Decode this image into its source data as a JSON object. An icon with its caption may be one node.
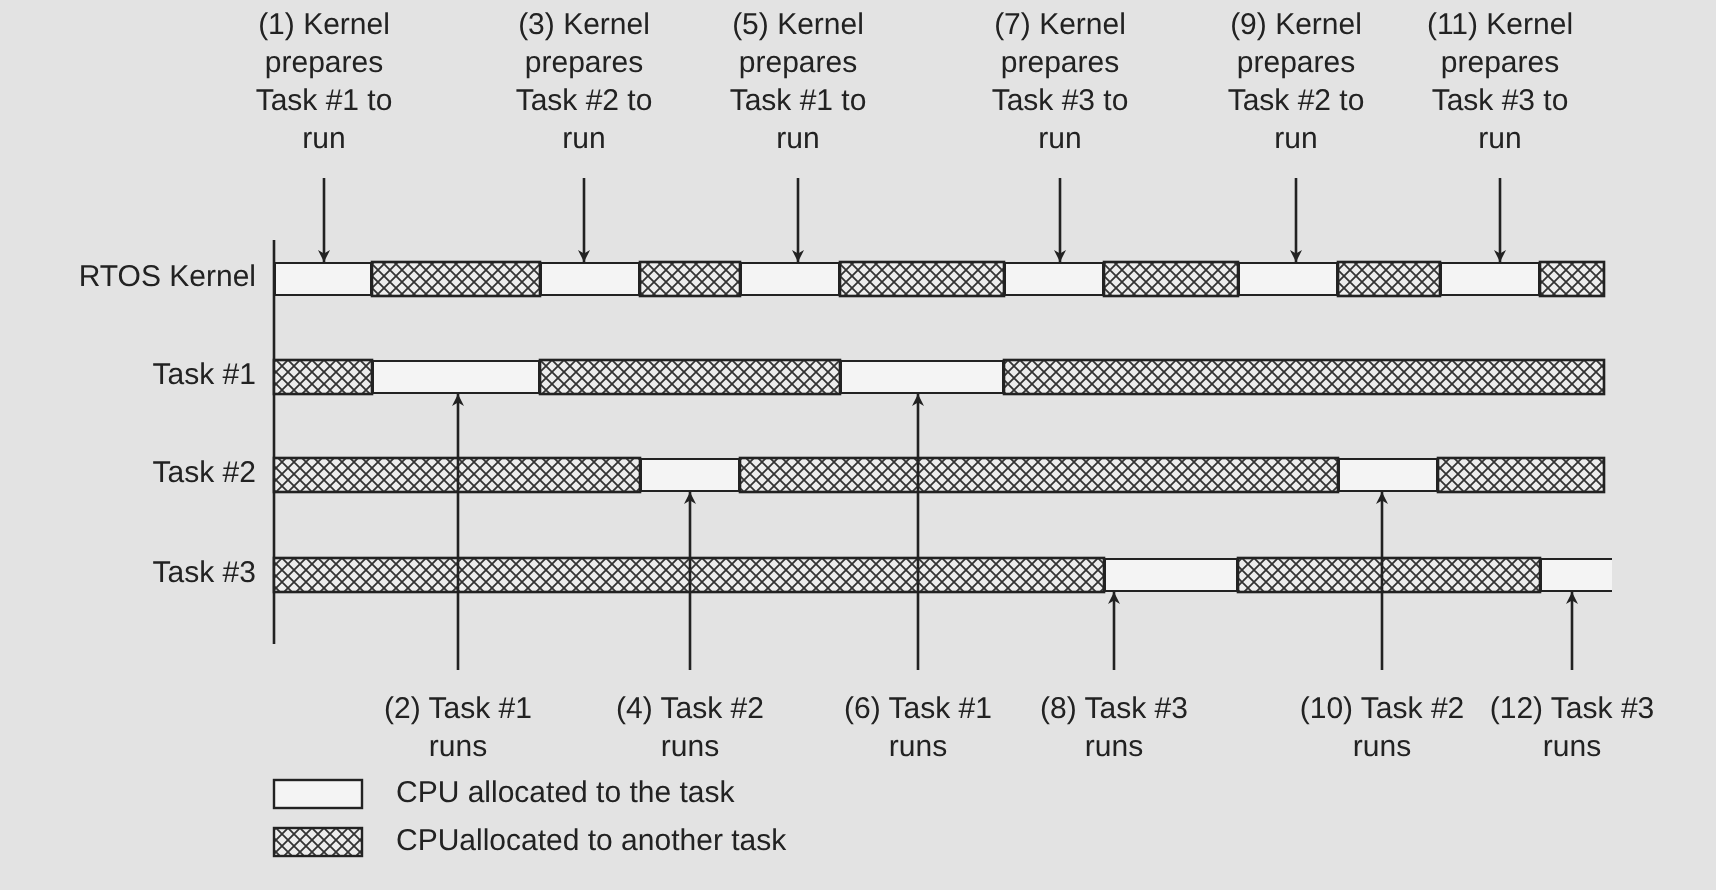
{
  "diagram": {
    "nodes": [
      {
        "text": [
          "(1) Kernel prepares Task #1 to run"
        ]
      },
      {
        "text": [
          "(3) Kernel prepares Task #2 to run"
        ]
      },
      {
        "text": [
          "(5) Kernel prepares Task #1 to run"
        ]
      },
      {
        "text": [
          "(7) Kernel prepares Task #3 to run"
        ]
      },
      {
        "text": [
          "(9) Kernel prepares Task #2 to run"
        ]
      },
      {
        "text": [
          "(11) Kernel prepares Task #3 to run"
        ]
      },
      {
        "text": [],
        "shape": "bar"
      },
      {
        "text": [],
        "shape": "bar"
      },
      {
        "text": [],
        "shape": "bar"
      },
      {
        "text": [],
        "shape": "bar"
      },
      {
        "text": [],
        "shape": "bar"
      },
      {
        "text": [],
        "shape": "bar"
      },
      {
        "text": [],
        "shape": "bar"
      },
      {
        "text": [],
        "shape": "bar"
      },
      {
        "text": [],
        "shape": "bar"
      },
      {
        "text": [],
        "shape": "bar"
      },
      {
        "text": [],
        "shape": "bar"
      },
      {
        "text": [],
        "shape": "bar"
      },
      {
        "text": [
          "(2) Task #1 runs"
        ]
      },
      {
        "text": [
          "(4) Task #2 runs"
        ]
      },
      {
        "text": [
          "(6) Task #1 runs"
        ]
      },
      {
        "text": [
          "(8) Task #3 runs"
        ]
      },
      {
        "text": [
          "(10) Task #2 runs"
        ]
      },
      {
        "text": [
          "(12) Task #3 runs"
        ]
      }
    ],
    "edges": [
      {
        "from": 0,
        "to": 6,
        "arrow": "to"
      },
      {
        "from": 1,
        "to": 7,
        "arrow": "to"
      },
      {
        "from": 2,
        "to": 8,
        "arrow": "to"
      },
      {
        "from": 3,
        "to": 9,
        "arrow": "to"
      },
      {
        "from": 4,
        "to": 10,
        "arrow": "to"
      },
      {
        "from": 5,
        "to": 11,
        "arrow": "to"
      },
      {
        "from": 18,
        "to": 12,
        "arrow": "to"
      },
      {
        "from": 19,
        "to": 14,
        "arrow": "to"
      },
      {
        "from": 20,
        "to": 13,
        "arrow": "to"
      },
      {
        "from": 21,
        "to": 16,
        "arrow": "to"
      },
      {
        "from": 22,
        "to": 15,
        "arrow": "to"
      },
      {
        "from": 23,
        "to": 17,
        "arrow": "to"
      }
    ],
    "labels": [
      "RTOS Kernel",
      "Task #1",
      "Task #2",
      "Task #3"
    ],
    "legend": [
      {
        "text": "CPU allocated to the task"
      },
      {
        "text": "CPUallocated to another task"
      }
    ]
  }
}
